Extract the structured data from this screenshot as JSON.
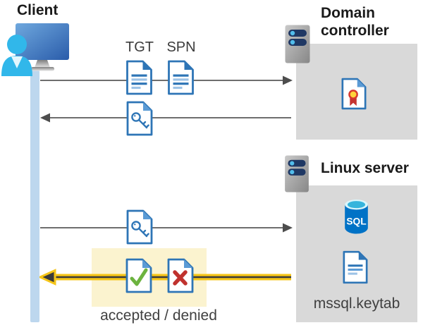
{
  "nodes": {
    "client": {
      "label": "Client"
    },
    "domain_controller": {
      "label": "Domain controller"
    },
    "linux_server": {
      "label": "Linux server"
    }
  },
  "labels": {
    "tgt": "TGT",
    "spn": "SPN",
    "accepted_denied": "accepted / denied",
    "keytab_file": "mssql.keytab",
    "sql_badge": "SQL"
  },
  "colors": {
    "document_blue": "#2E75B6",
    "document_light_blue": "#9DC3E6",
    "document_fold_blue": "#5B9BD5",
    "lifeline_blue": "#BDD7EE",
    "box_gray": "#D9D9D9",
    "arrow_gray": "#4D4D4D",
    "accent_yellow": "#F5C518",
    "highlight_cream": "#FBF3CF",
    "accepted_green": "#6CB33F",
    "denied_red": "#C0322E",
    "sql_blue": "#0072C6",
    "sql_cyan": "#35B4DC",
    "person_cyan": "#31B7EA",
    "server_pill_navy": "#1F3864",
    "certificate_red": "#D8382E",
    "certificate_yellow": "#FFD43B"
  }
}
